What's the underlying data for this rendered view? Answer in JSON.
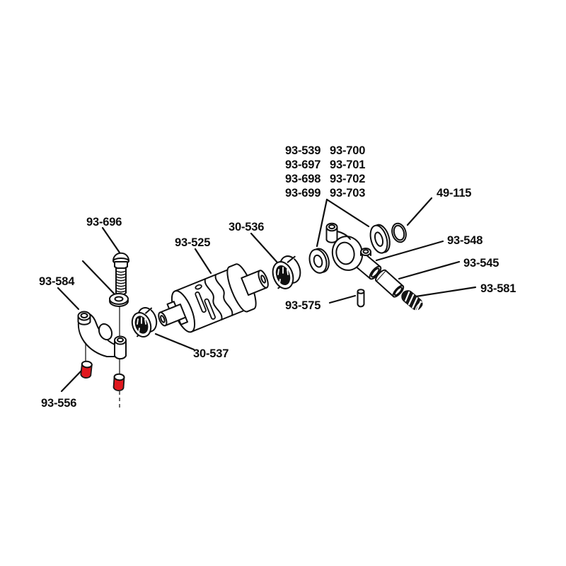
{
  "page": {
    "background": "#ffffff"
  },
  "diagram": {
    "type": "exploded-parts-diagram",
    "colors": {
      "line": "#0f0f0f",
      "part_fill": "#ffffff",
      "part_red": "#e0171e",
      "dark": "#101010"
    },
    "labels": [
      {
        "id": "shim-539",
        "text": "93-539"
      },
      {
        "id": "shim-700",
        "text": "93-700"
      },
      {
        "id": "shim-697",
        "text": "93-697"
      },
      {
        "id": "shim-701",
        "text": "93-701"
      },
      {
        "id": "shim-698",
        "text": "93-698"
      },
      {
        "id": "shim-702",
        "text": "93-702"
      },
      {
        "id": "shim-699",
        "text": "93-699"
      },
      {
        "id": "shim-703",
        "text": "93-703"
      },
      {
        "id": "oring-49-115",
        "text": "49-115"
      },
      {
        "id": "screw-93-696",
        "text": "93-696"
      },
      {
        "id": "bearing-30-536",
        "text": "30-536"
      },
      {
        "id": "shaft-93-525",
        "text": "93-525"
      },
      {
        "id": "rocker-left-93-584",
        "text": "93-584"
      },
      {
        "id": "pin-93-575",
        "text": "93-575"
      },
      {
        "id": "bearing-30-537",
        "text": "30-537"
      },
      {
        "id": "damper-93-556",
        "text": "93-556"
      },
      {
        "id": "rocker-right-93-548",
        "text": "93-548"
      },
      {
        "id": "bushing-93-545",
        "text": "93-545"
      },
      {
        "id": "spring-93-581",
        "text": "93-581"
      }
    ]
  }
}
